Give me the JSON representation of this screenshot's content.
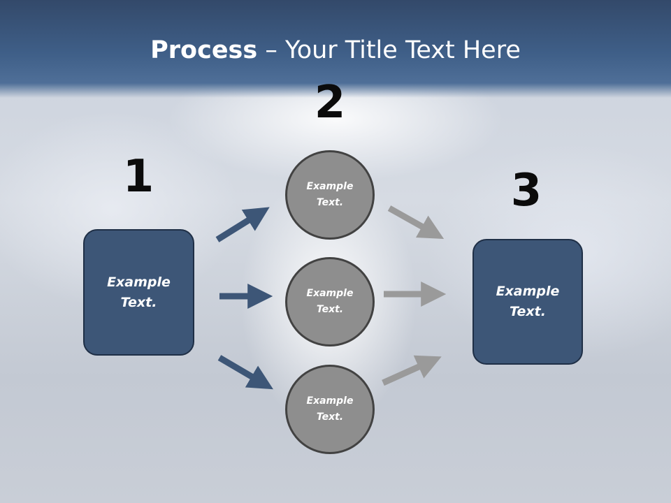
{
  "slide": {
    "title_bold": "Process",
    "title_rest": " – Your Title Text Here"
  },
  "steps": {
    "one": "1",
    "two": "2",
    "three": "3"
  },
  "boxes": {
    "left": "Example\nText.",
    "right": "Example\nText."
  },
  "circles": {
    "top": "Example\nText.",
    "middle": "Example\nText.",
    "bottom": "Example\nText."
  },
  "colors": {
    "header": "#3f5f88",
    "box_fill": "#3d5677",
    "circle_fill": "#8e8e8e",
    "arrow_blue": "#3d5677",
    "arrow_gray": "#9a9a9a"
  }
}
